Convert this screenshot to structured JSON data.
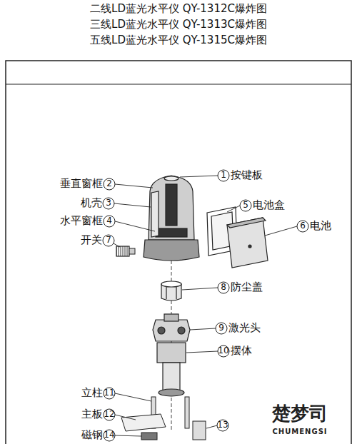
{
  "diagram": {
    "title": "二线LD蓝光水平仪 QY-1312C爆炸图",
    "labels": [
      "三线LD蓝光水平仪 QY-1313C爆炸图",
      "五线LD蓝光水平仪 QY-1315C爆炸图",
      "1",
      "按键板",
      "垂直窗框",
      "2",
      "机壳",
      "3",
      "水平窗框",
      "4",
      "开关",
      "7",
      "5",
      "电池盒",
      "6",
      "电池",
      "8",
      "防尘盖",
      "9",
      "激光头",
      "10",
      "摆体",
      "立柱",
      "11",
      "主板",
      "12",
      "13",
      "磁钢",
      "14",
      "楚梦司",
      "CHUMENGSI"
    ]
  }
}
